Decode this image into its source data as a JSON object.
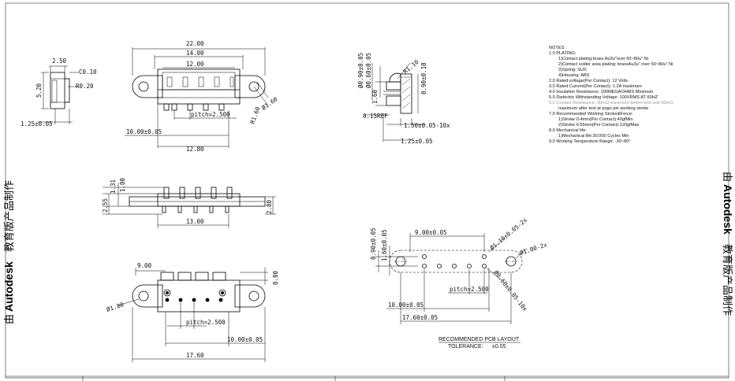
{
  "watermark": {
    "prefix": "由",
    "brand": "Autodesk",
    "suffix": "教育版产品制作"
  },
  "top_view": {
    "dims": [
      "22.00",
      "14.00",
      "12.00",
      "pitch=2.500",
      "10.00±0.05",
      "12.80",
      "R1.60",
      "Ø1.60"
    ]
  },
  "left_side_view": {
    "dims": [
      "2.50",
      "C0.10",
      "R0.20",
      "5.20",
      "1.25±0.05"
    ]
  },
  "detail_view": {
    "dims": [
      "Ø0.90±0.05",
      "Ø0.60±0.05",
      "R1.10",
      "0.90±0.10",
      "1.60",
      "0.15REF",
      "1.50±0.05-10x",
      "1.25±0.05"
    ]
  },
  "front_view": {
    "dims": [
      "1.31",
      "1.00",
      "2.55",
      "2.80",
      "13.00"
    ]
  },
  "bottom_view": {
    "dims": [
      "9.00",
      "0.80",
      "Ø1.80",
      "pitch=2.500",
      "10.00±0.05",
      "17.60"
    ]
  },
  "pcb_layout": {
    "dims": [
      "9.00±0.05",
      "0.90±0.05",
      "1.60±0.05",
      "Ø1.10±0.05-2x",
      "Ø1.00-2x",
      "pitch=2.500",
      "Ø0.60±0.05-10x",
      "10.00±0.05",
      "17.60±0.05"
    ],
    "title": "RECOMMENDED PCB LAYOUT",
    "tolerance_label": "TOLERANCE:",
    "tolerance_value": "±0.05"
  },
  "notes": {
    "heading": "NOTES:",
    "lines": [
      "1.0 PLATING:",
      "1)Contact plating:brass Au3u\"over 50~80u\" Ni",
      "2)Contact solder area plating: brassAu3u\" over 50~80u\" Ni",
      "3)Spring: SUS",
      "4)Housing: ABS",
      "2.0 Rated voltage(Per Contact): 12 Volts",
      "3.0 Rated Current(Per Contact): 1.2A maximum",
      "4.0 Insulation Resistance: 100MEGAOHMS Minimum",
      "5.0 Dielectric Withstanding Voltage: 100VRMS AT 60HZ",
      "6.0 Contact Resistance: 30mΩ maximum before test and 60mΩ",
      "maximum after test at pogo pin working stroke",
      "7.0 Recommended Working Stroke&Force:",
      "1)Stroke 0.4mm(Per Contact):40gfMin",
      "2)Stroke 0.55mm(Per Contact):120gfMax",
      "8.0 Mechanical life:",
      "1)Mechanical life:30,000 Cycles Min",
      "9.0 Working Temperature Range: -30~80°"
    ]
  }
}
